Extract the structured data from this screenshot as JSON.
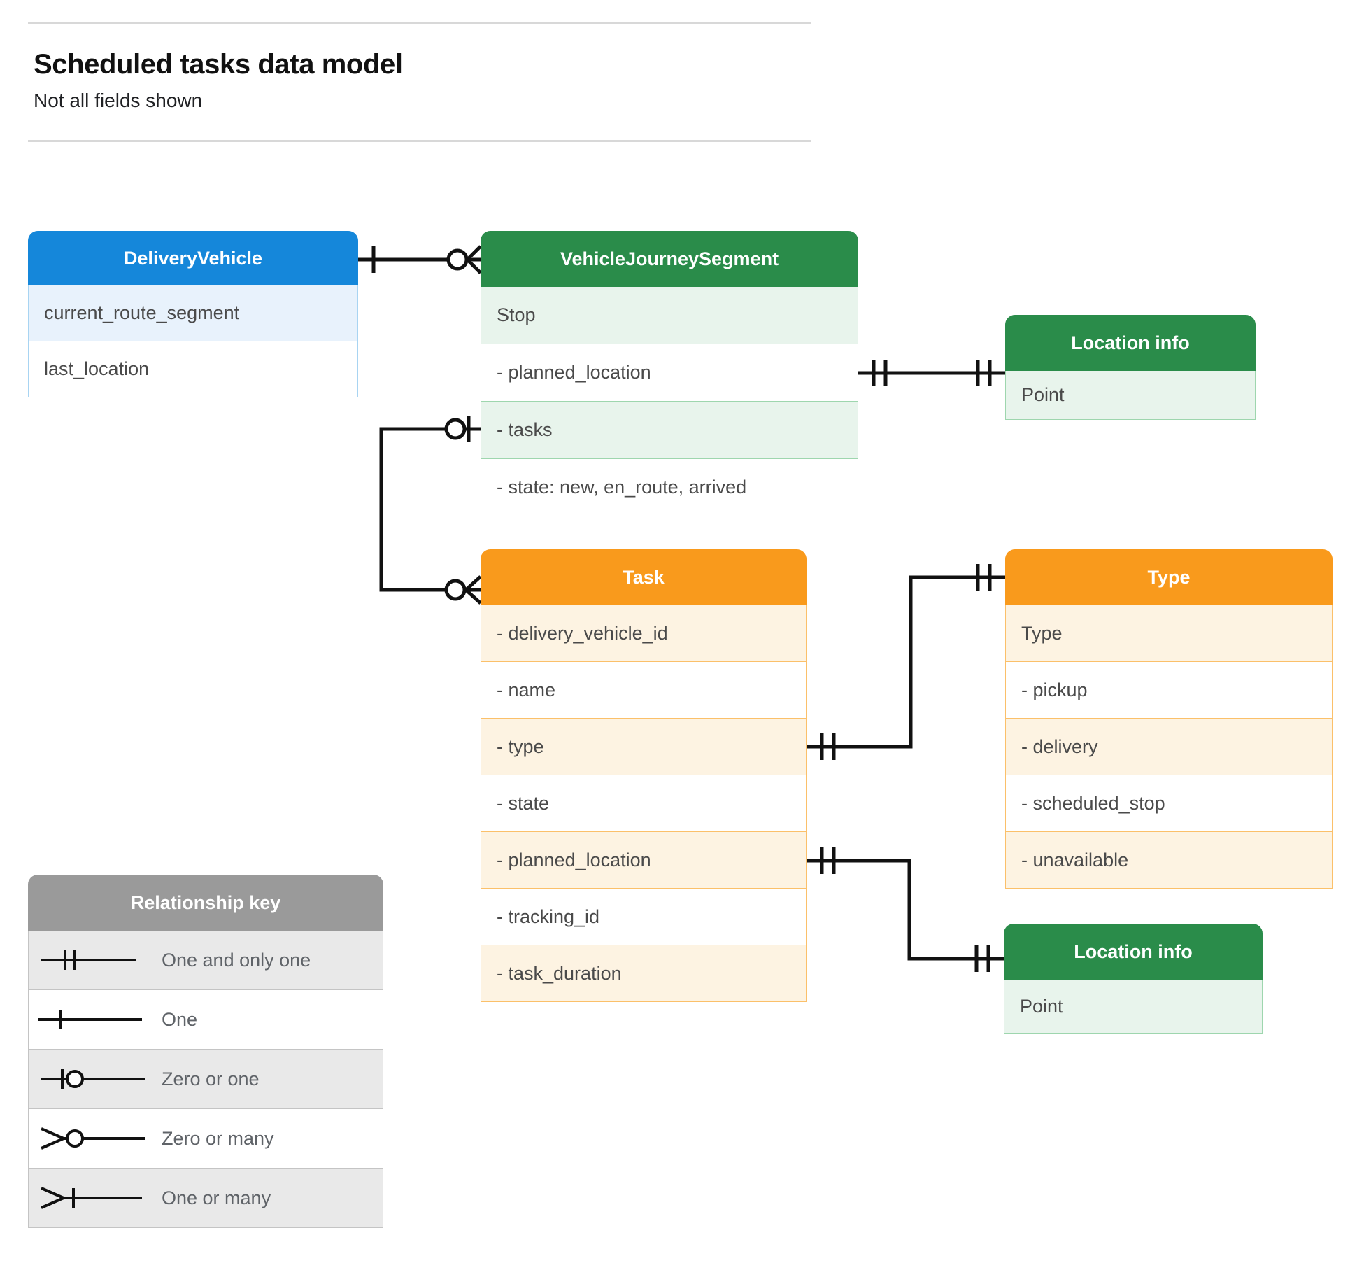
{
  "header": {
    "title": "Scheduled tasks data model",
    "subtitle": "Not all fields shown"
  },
  "entities": {
    "delivery_vehicle": {
      "title": "DeliveryVehicle",
      "color": "#1587da",
      "rows": [
        "current_route_segment",
        "last_location"
      ]
    },
    "vehicle_journey_segment": {
      "title": "VehicleJourneySegment",
      "color": "#2a8c4a",
      "rows": [
        "Stop",
        "-  planned_location",
        "- tasks",
        "- state: new, en_route, arrived"
      ]
    },
    "location_info_top": {
      "title": "Location info",
      "color": "#2a8c4a",
      "rows": [
        "Point"
      ]
    },
    "task": {
      "title": "Task",
      "color": "#f99a1c",
      "rows": [
        "- delivery_vehicle_id",
        "- name",
        "- type",
        "- state",
        "- planned_location",
        "- tracking_id",
        "- task_duration"
      ]
    },
    "type": {
      "title": "Type",
      "color": "#f99a1c",
      "rows": [
        "Type",
        "-   pickup",
        "-   delivery",
        "-   scheduled_stop",
        "-   unavailable"
      ]
    },
    "location_info_bottom": {
      "title": "Location info",
      "color": "#2a8c4a",
      "rows": [
        "Point"
      ]
    }
  },
  "legend": {
    "title": "Relationship key",
    "color": "#9a9a9a",
    "items": [
      {
        "symbol": "one-and-only-one",
        "label": "One and only one"
      },
      {
        "symbol": "one",
        "label": "One"
      },
      {
        "symbol": "zero-or-one",
        "label": "Zero or one"
      },
      {
        "symbol": "zero-or-many",
        "label": "Zero or many"
      },
      {
        "symbol": "one-or-many",
        "label": "One or many"
      }
    ]
  },
  "relationships": [
    {
      "from": "DeliveryVehicle",
      "to": "VehicleJourneySegment",
      "from_cardinality": "one",
      "to_cardinality": "zero-or-many"
    },
    {
      "from": "VehicleJourneySegment.planned_location",
      "to": "Location info",
      "from_cardinality": "one-and-only-one",
      "to_cardinality": "one-and-only-one"
    },
    {
      "from": "VehicleJourneySegment.tasks",
      "to": "Task",
      "from_cardinality": "zero-or-one",
      "to_cardinality": "zero-or-many"
    },
    {
      "from": "Task.type",
      "to": "Type",
      "from_cardinality": "one-and-only-one",
      "to_cardinality": "one-and-only-one"
    },
    {
      "from": "Task.planned_location",
      "to": "Location info",
      "from_cardinality": "one-and-only-one",
      "to_cardinality": "one-and-only-one"
    }
  ]
}
